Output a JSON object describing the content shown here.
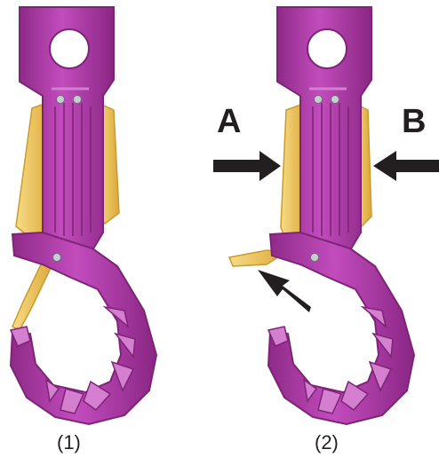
{
  "labels": {
    "a": "A",
    "b": "B",
    "caption_1": "(1)",
    "caption_2": "(2)"
  },
  "colors": {
    "hook_body": "#b43fb0",
    "hook_dark": "#7e2476",
    "hook_light": "#d47fcf",
    "latch": "#f3cd60",
    "latch_dark": "#c99a2c",
    "arrow": "#231f20",
    "pin": "#c8cdd4"
  },
  "figures": [
    {
      "id": "1",
      "state": "latch-closed"
    },
    {
      "id": "2",
      "state": "latch-open"
    }
  ]
}
